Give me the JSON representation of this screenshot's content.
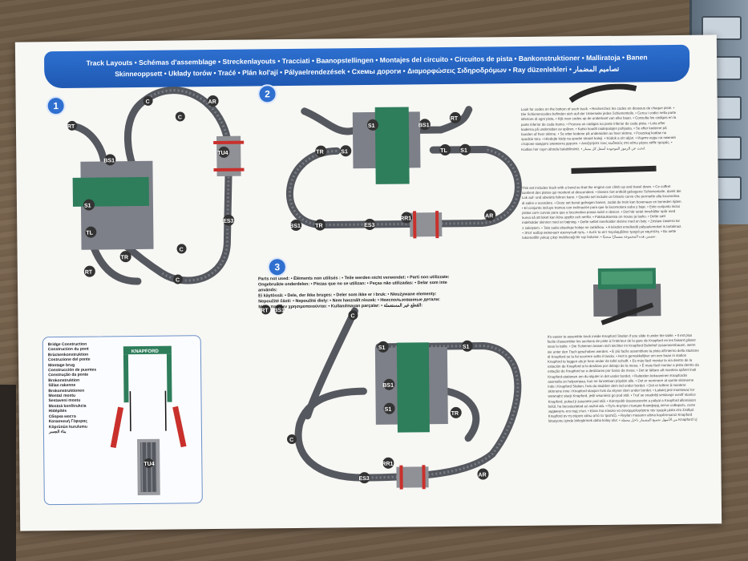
{
  "banner": {
    "line1": "Track Layouts • Schémas d'assemblage • Streckenlayouts • Tracciati • Baanopstellingen • Montajes del circuito • Circuitos de pista • Bankonstruktioner • Malliratoja • Banen",
    "line2": "Skinneoppsett • Układy torów • Traćé • Plán kol'ají • Pályaelrendezések • Схемы дороги • Διαμορφώσεις Σιδηροδρόμων • Ray düzenlekleri • تصاميم المضمار"
  },
  "steps": [
    "1",
    "2",
    "3"
  ],
  "track_codes": {
    "s1": "S1",
    "bs1": "BS1",
    "rt": "RT",
    "tu4": "TU4",
    "c": "C",
    "ar": "AR",
    "tl": "TL",
    "tr": "TR",
    "es3": "ES3",
    "rr1": "RR1"
  },
  "unused_parts": {
    "line1": "Parts not used: • Éléments non utilisés : • Teile werden nicht verwendet: • Parti non utilizzate:",
    "line2": "Ongebruikte onderdelen: • Piezas que no se utilizan: • Peças não utilizadas: • Delar som inte används:",
    "line3": "Ei käytössä: • Dele, der ikke bruges: • Deler som ikke er i bruk: • Nieużywane elementy:",
    "line4": "Nepoužité části: • Nepoužité diely: • Nem használt részek: • Неиспользованные детали:",
    "line5": "Μέρη που δεν χρησιμοποιούνται: • Kullanılmayan parçalar: • القطع غير المستعملة:",
    "codes": [
      "RT",
      "BS1"
    ]
  },
  "notes": {
    "codes_note": "Look for codes on the bottom of each track. • Recherchez les codes en dessous de chaque piste. • Die Schienencodes befinden sich auf der Unterseite jedes Schienenteils. • Cerca i codici nella parte inferiore di ogni pista. • Kijk voor codes op de onderkant van elke baan. • Consulta los códigos en la parte inferior de cada tramo. • Procura os códigos na parte inferior de cada pista. • Leta efter koderna på undersidan av spåren. • Katso koodit raidepalojen pohjasta. • Se efter koderne på bunden af hver skinne. • Se etter kodene på undersiden av hver skinne. • Poszukaj kodów na spodzie toru. • Hledejte kódy na spodní straně kolejí. • Kódok a sín alján. • Ищите коды на нижней стороне каждого элемента дороги. • Αναζητήστε τους κωδικούς στο κάτω μέρος κάθε τροχιάς. • Kodları her rayın altında bulabilirsiniz. • ابحث عن الرموز الموجودة أسفل كل مسار.",
    "climb_note": "This set includes track with a bend so that the engine can climb up and travel down. • Ce coffret contient des pistes qui montent et descendent. • Dieses Set enthält gebogene Schienenteile, damit die Lok auf- und abwärts fahren kann. • Questo set include un binario curvo che permette alla locomotiva di salire e scendere. • Deze set bevat gebogen banen, zodat de trein kan bovenaan en beneden rijden. • El conjunto incluye tramos con inclinación para que la locomotora suba y baje. • Este conjunto inclui pistas com curvas para que a locomotiva possa subir e descer. • Det här setet innehåller spår med kurva så att loket kan köra uppför och nerför. • Pakkauksessa on nousu ja lasku. • Dette sæt indeholder skinner med en bøjning. • Dette settet inneholder skinne med en bøy. • Zestaw zawiera tor z zakrętem. • Tato sada obsahuje koleje se zatáčkou. • A készlet emelkedő pályaelemeket is tartalmaz. • Этот набор включает изогнутый путь. • Αυτό το σετ περιλαμβάνει τροχιά με καμπύλη. • Bu sette lokomotifin yokuş çıkıp inebileceği bir ray bulunur. • تتضمن هذه المجموعة مضمارًا منحنيًا.",
    "bridge_note": "It's easier to assemble track inside Knapford Station if you slide it under the table. • Il est plus facile d'assembler les sections de piste à l'intérieur de la gare de Knapford en les faisant glisser sous la table. • Die Schienen lassen sich leichter im Knapford Bahnhof zusammenbauen, wenn sie unter den Tisch geschoben werden. • È più facile assemblare la pista all'interno della stazione di Knapford se la fai scorrere sotto il tavolo. • Het is gemakkelijker om een baan in station Knapford te leggen als je hem onder de tafel schuift. • Es más fácil montar la vía dentro de la estación de Knapford si la deslizas por debajo de la mesa. • É mais fácil montar a pista dentro da estação de Knapford se a deslizares por baixo da mesa. • Det är lättare att montera spåret inuti Knapford-stationen om du skjuter in det under bordet. • Raiteiden kokoaminen Knapfordin asemalla on helpompaa, kun ne liu'utetaan pöydän alle. • Det er nemmere at samle skinnerne inde i Knapford Station, hvis du skubber dem ind under bordet. • Det er lettere å montere skinnene inne i Knapford stasjon hvis du skyver dem under bordet. • Łatwiej jest montować tor wewnątrz stacji Knapford, jeśli wsuniesz go pod stół. • Trať se snadněji sestavuje uvnitř stanice Knapford, pokud ji zasunete pod stůl. • Könnyebb összeszerelni a pályát a Knapford állomáson belül, ha becsúsztatod az asztal alá. • Путь внутри станции Кнэпфорд легче собирать, если задвинуть его под стол. • Είναι πιο εύκολο να συναρμολογήσετε την τροχιά μέσα στο Σταθμό Knapford αν τη σύρετε κάτω από το τραπέζι. • Rayları masanın altına kaydırırsanız Knapford İstasyonu içinde birleştirmek daha kolay olur. • من الأسهل تجميع المضمار داخل محطة Knapford إذا قمت بتمريره تحت الطاولة."
  },
  "bridge": {
    "lines": [
      "Bridge Construction",
      "Construction du pont",
      "Brückenkonstruktion",
      "Costruzione del ponte",
      "Montage brug",
      "Construcción de puentes",
      "Construção da ponte",
      "Brokonstruktion",
      "Sillan rakenne",
      "Brokonstruktionen",
      "Montaż mostu",
      "Sestavení mostu",
      "Mostná konštrukcia",
      "Hídépítés",
      "Сборка моста",
      "Κατασκευή Γέφυρας",
      "Köprünün kurulumu",
      "بناء الجسر"
    ],
    "sign": "KNAPFORD"
  },
  "colors": {
    "banner_blue": "#1f59b3",
    "track_grey": "#55585e",
    "station_green": "#2e7d5b",
    "crossing_red": "#c9302c"
  }
}
